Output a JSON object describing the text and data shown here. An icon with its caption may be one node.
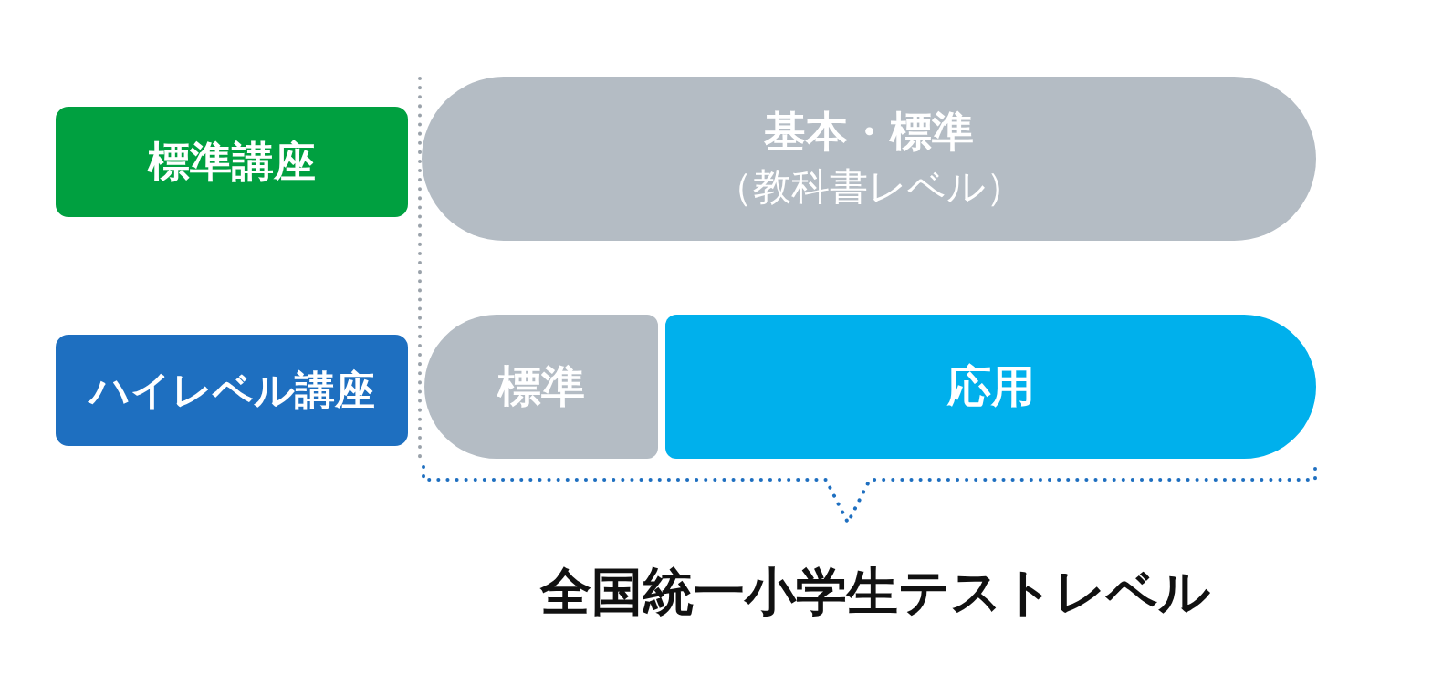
{
  "diagram": {
    "nodes": [
      {
        "text": [
          "標準講座"
        ]
      },
      {
        "text": [
          "ハイレベル講座"
        ]
      },
      {
        "text": [
          "基本・標準",
          "（教科書レベル）"
        ]
      },
      {
        "text": [
          "標準"
        ]
      },
      {
        "text": [
          "応用"
        ]
      }
    ],
    "labels": [
      "全国統一小学生テストレベル"
    ]
  }
}
